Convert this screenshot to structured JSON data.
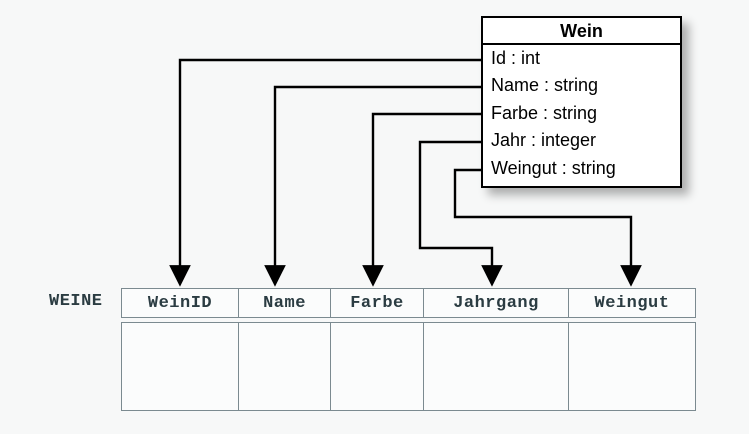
{
  "diagram": {
    "title_hidden": "",
    "background_color": "#f7f8f8",
    "line_color": "#000000",
    "table_border_color": "#7b8a90",
    "table_text_color": "#2b3c42"
  },
  "class_box": {
    "name": "Wein",
    "attributes": [
      {
        "label": "Id : int",
        "field": "Id",
        "type": "int"
      },
      {
        "label": "Name : string",
        "field": "Name",
        "type": "string"
      },
      {
        "label": "Farbe : string",
        "field": "Farbe",
        "type": "string"
      },
      {
        "label": "Jahr : integer",
        "field": "Jahr",
        "type": "integer"
      },
      {
        "label": "Weingut : string",
        "field": "Weingut",
        "type": "string"
      }
    ]
  },
  "relational_table": {
    "label": "WEINE",
    "columns": [
      "WeinID",
      "Name",
      "Farbe",
      "Jahrgang",
      "Weingut"
    ],
    "rows": [
      [
        "",
        "",
        "",
        "",
        ""
      ]
    ]
  },
  "mappings": [
    {
      "from": "Id",
      "to": "WeinID"
    },
    {
      "from": "Name",
      "to": "Name"
    },
    {
      "from": "Farbe",
      "to": "Farbe"
    },
    {
      "from": "Jahr",
      "to": "Jahrgang"
    },
    {
      "from": "Weingut",
      "to": "Weingut"
    }
  ]
}
